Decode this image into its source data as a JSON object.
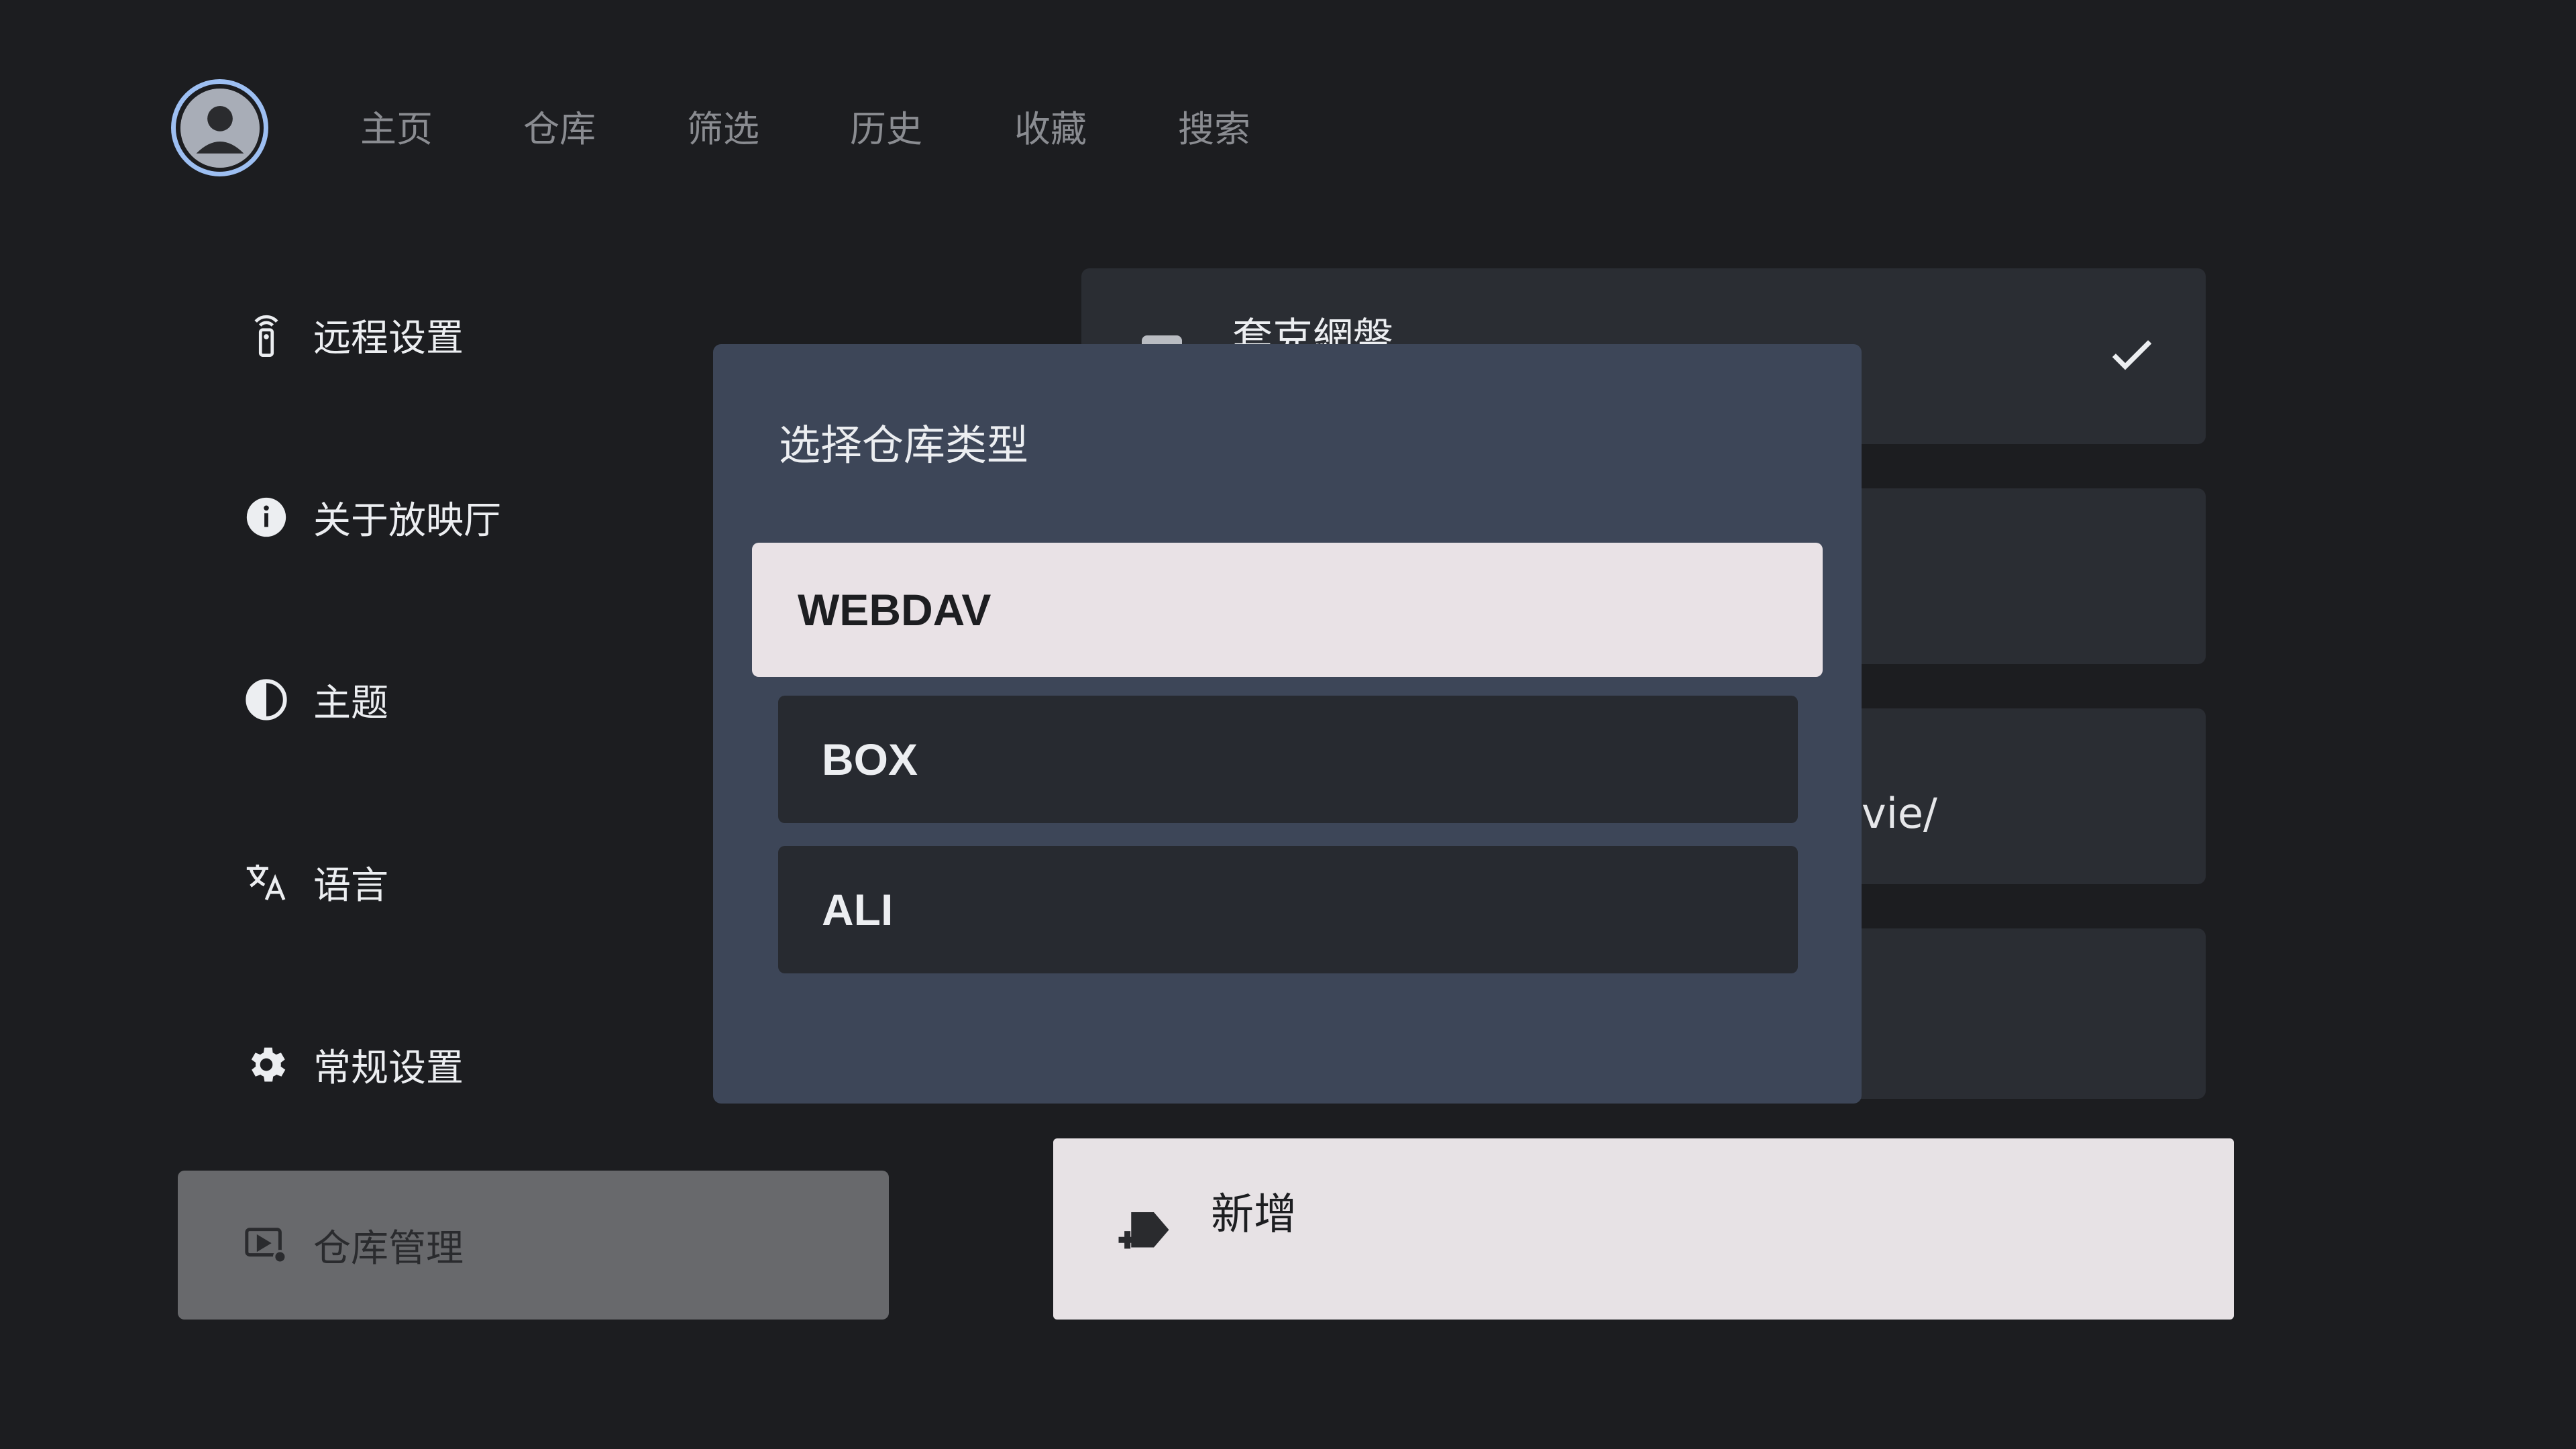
{
  "nav": {
    "tabs": [
      "主页",
      "仓库",
      "筛选",
      "历史",
      "收藏",
      "搜索"
    ]
  },
  "sidebar": {
    "items": [
      {
        "label": "远程设置",
        "icon": "remote-icon"
      },
      {
        "label": "关于放映厅",
        "icon": "info-icon"
      },
      {
        "label": "主题",
        "icon": "theme-icon"
      },
      {
        "label": "语言",
        "icon": "translate-icon"
      },
      {
        "label": "常规设置",
        "icon": "gear-icon"
      },
      {
        "label": "仓库管理",
        "icon": "repository-settings-icon"
      }
    ],
    "active_index": 5
  },
  "content": {
    "cards": [
      {
        "title": "套克網盤",
        "checked": true
      },
      {
        "title": ""
      },
      {
        "path_fragment": "vie/"
      },
      {
        "title": ""
      }
    ],
    "add_button": {
      "label": "新增",
      "icon": "add-repository-icon"
    }
  },
  "dialog": {
    "title": "选择仓库类型",
    "options": [
      "WEBDAV",
      "BOX",
      "ALI"
    ],
    "selected_index": 0
  },
  "colors": {
    "background": "#1c1d20",
    "dialog_bg": "#3d4658",
    "selected_option_bg": "#e9e2e6",
    "avatar_ring": "#9dbff2",
    "active_menu_bg": "#68696c"
  }
}
